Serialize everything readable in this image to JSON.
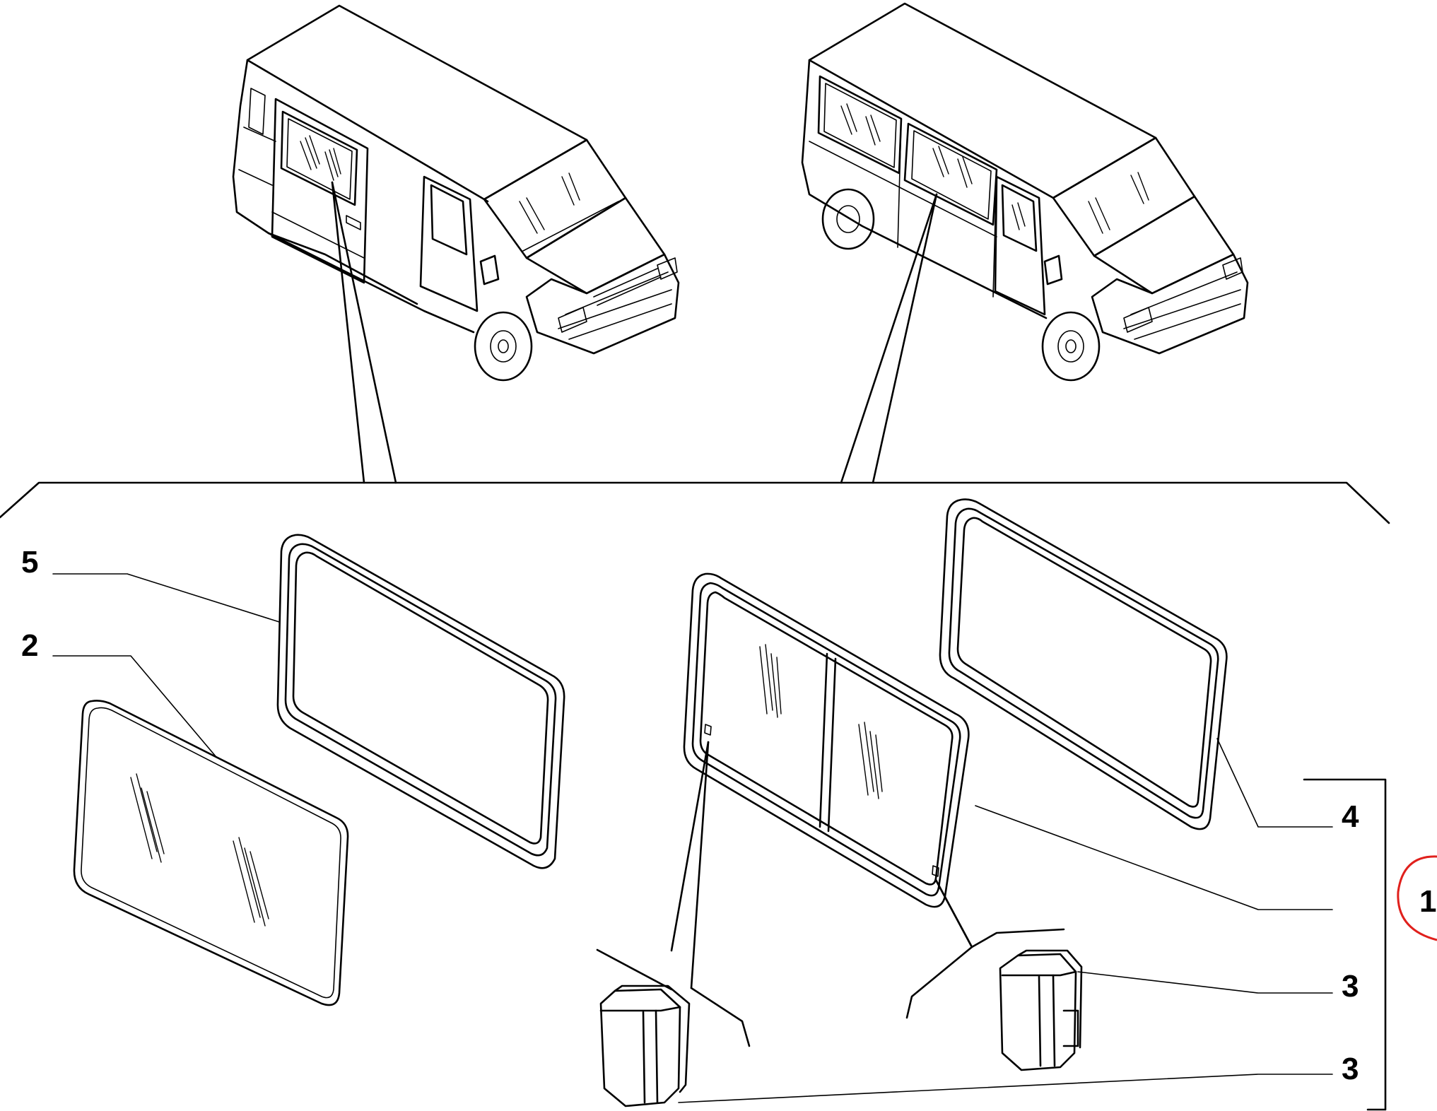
{
  "callouts": {
    "c5": "5",
    "c2": "2",
    "c4": "4",
    "c1": "1",
    "c3a": "3",
    "c3b": "3"
  },
  "colors": {
    "line": "#000000",
    "highlight": "#e0201c",
    "background": "#ffffff"
  }
}
